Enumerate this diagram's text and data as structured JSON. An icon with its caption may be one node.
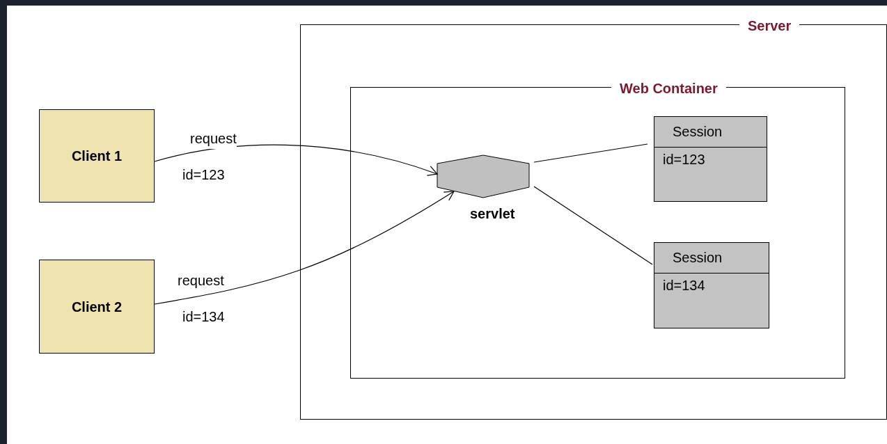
{
  "diagram": {
    "nodes": [
      {
        "text": [
          "Server"
        ]
      },
      {
        "text": [
          "Web Container"
        ],
        "in": 0
      },
      {
        "text": [
          "Client 1"
        ]
      },
      {
        "text": [
          "Client 2"
        ]
      },
      {
        "text": [
          "servlet"
        ],
        "in": 1
      },
      {
        "text": [
          "Session",
          "id=123"
        ],
        "in": 1
      },
      {
        "text": [
          "Session",
          "id=134"
        ],
        "in": 1
      }
    ],
    "edges": [
      {
        "from": 2,
        "to": 4,
        "arrow": "to",
        "label": "request"
      },
      {
        "from": 3,
        "to": 4,
        "arrow": "to",
        "label": "request"
      },
      {
        "from": 4,
        "to": 5,
        "arrow": "none"
      },
      {
        "from": 4,
        "to": 6,
        "arrow": "none"
      }
    ],
    "labels": [
      "id=123",
      "id=134"
    ]
  }
}
